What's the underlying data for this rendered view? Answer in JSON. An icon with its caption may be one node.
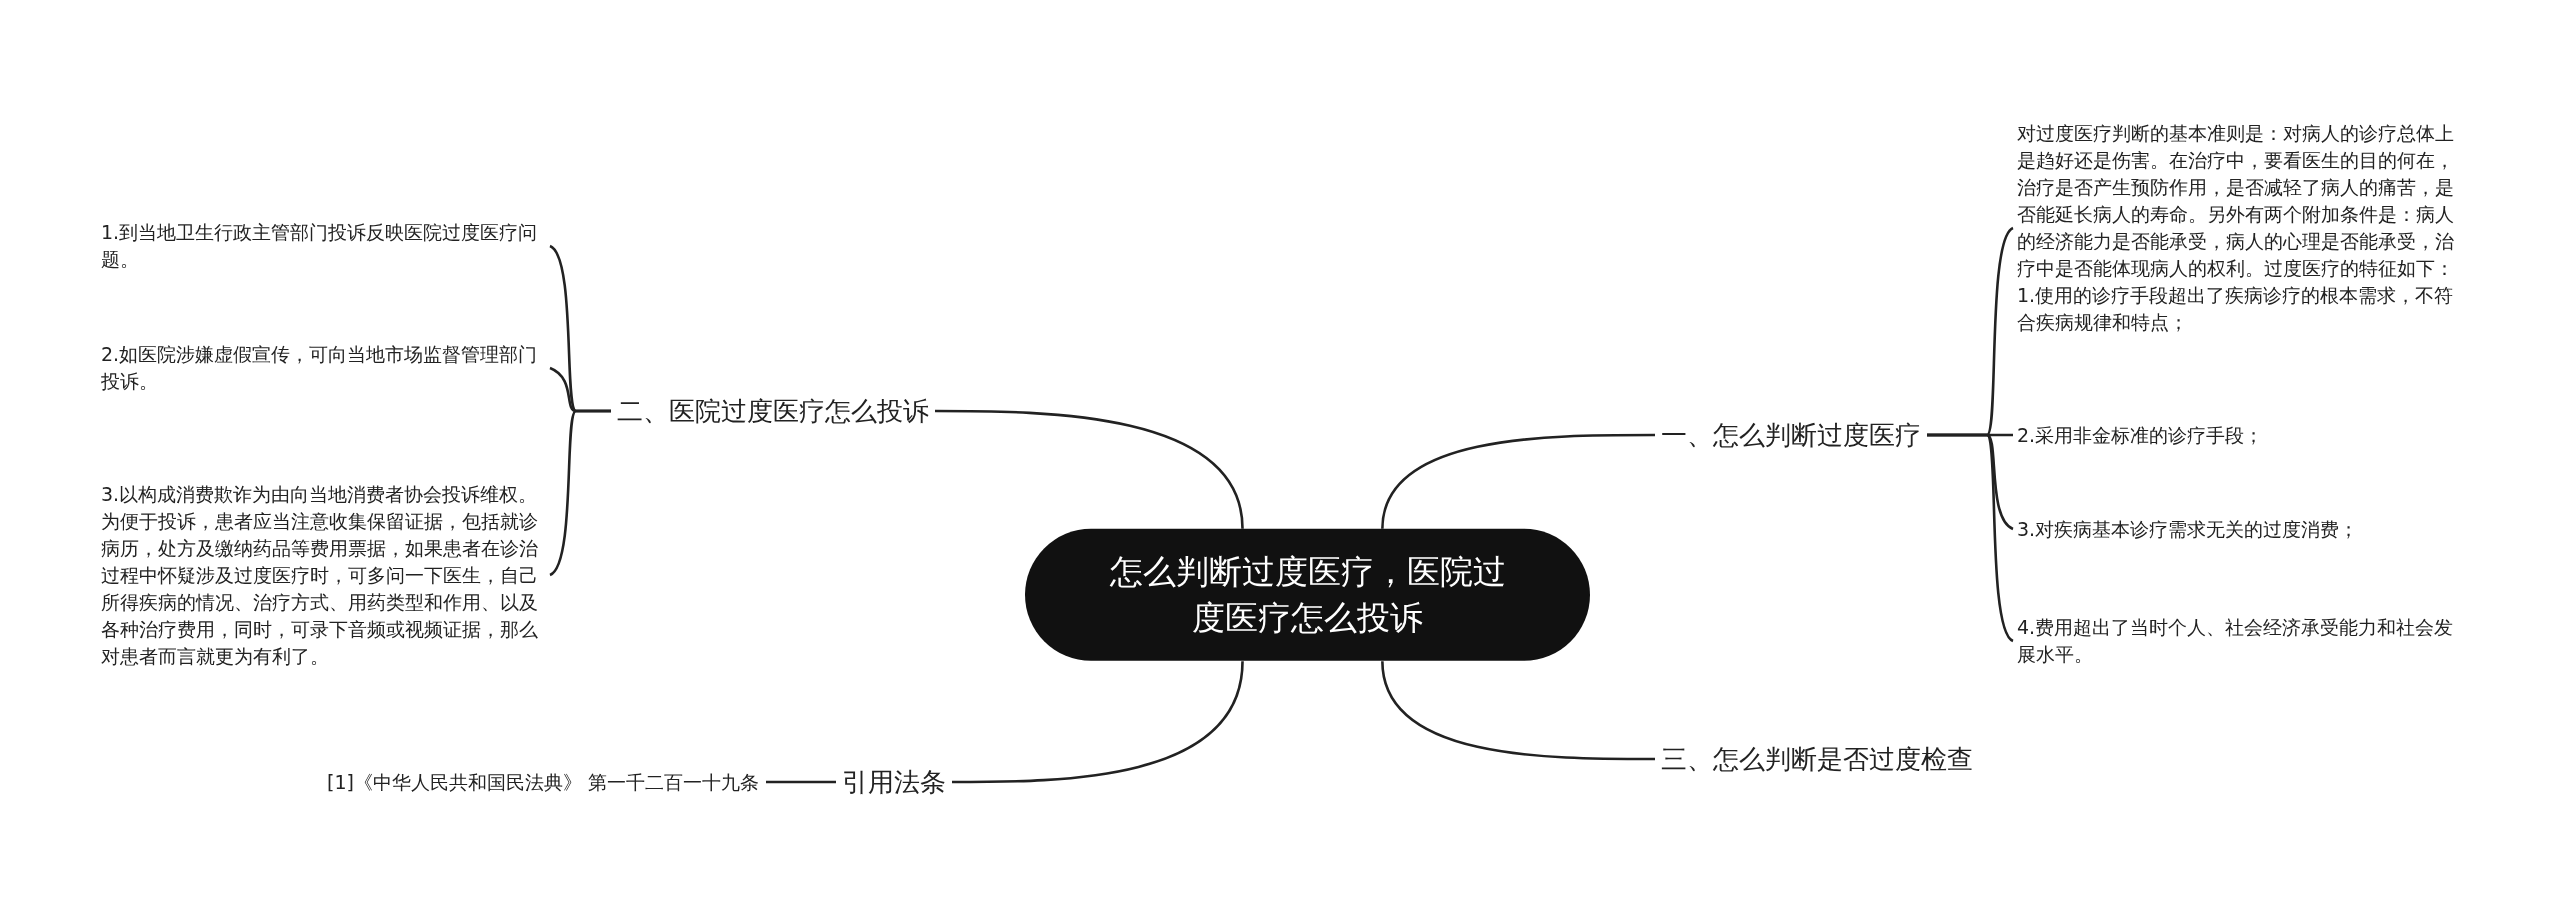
{
  "diagram": {
    "nodes": [
      {
        "text": [
          "怎么判断过度医疗，医院过度医疗怎么投诉"
        ]
      },
      {
        "text": [
          "一、怎么判断过度医疗"
        ]
      },
      {
        "text": [
          "对过度医疗判断的基本准则是：对病人的诊疗总体上是趋好还是伤害。在治疗中，要看医生的目的何在，治疗是否产生预防作用，是否减轻了病人的痛苦，是否能延长病人的寿命。另外有两个附加条件是：病人的经济能力是否能承受，病人的心理是否能承受，治疗中是否能体现病人的权利。过度医疗的特征如下：1.使用的诊疗手段超出了疾病诊疗的根本需求，不符合疾病规律和特点；"
        ]
      },
      {
        "text": [
          "2.采用非金标准的诊疗手段；"
        ]
      },
      {
        "text": [
          "3.对疾病基本诊疗需求无关的过度消费；"
        ]
      },
      {
        "text": [
          "4.费用超出了当时个人、社会经济承受能力和社会发展水平。"
        ]
      },
      {
        "text": [
          "二、医院过度医疗怎么投诉"
        ]
      },
      {
        "text": [
          "1.到当地卫生行政主管部门投诉反映医院过度医疗问题。"
        ]
      },
      {
        "text": [
          "2.如医院涉嫌虚假宣传，可向当地市场监督管理部门投诉。"
        ]
      },
      {
        "text": [
          "3.以构成消费欺诈为由向当地消费者协会投诉维权。为便于投诉，患者应当注意收集保留证据，包括就诊病历，处方及缴纳药品等费用票据，如果患者在诊治过程中怀疑涉及过度医疗时，可多问一下医生，自己所得疾病的情况、治疗方式、用药类型和作用、以及各种治疗费用，同时，可录下音频或视频证据，那么对患者而言就更为有利了。"
        ]
      },
      {
        "text": [
          "三、怎么判断是否过度检查"
        ]
      },
      {
        "text": [
          "引用法条"
        ]
      },
      {
        "text": [
          "[1]《中华人民共和国民法典》 第一千二百一十九条"
        ]
      }
    ],
    "edges": [
      {
        "from": 0,
        "to": 1,
        "arrow": "none"
      },
      {
        "from": 1,
        "to": 2,
        "arrow": "none"
      },
      {
        "from": 1,
        "to": 3,
        "arrow": "none"
      },
      {
        "from": 1,
        "to": 4,
        "arrow": "none"
      },
      {
        "from": 1,
        "to": 5,
        "arrow": "none"
      },
      {
        "from": 0,
        "to": 6,
        "arrow": "none"
      },
      {
        "from": 6,
        "to": 7,
        "arrow": "none"
      },
      {
        "from": 6,
        "to": 8,
        "arrow": "none"
      },
      {
        "from": 6,
        "to": 9,
        "arrow": "none"
      },
      {
        "from": 0,
        "to": 10,
        "arrow": "none"
      },
      {
        "from": 0,
        "to": 11,
        "arrow": "none"
      },
      {
        "from": 11,
        "to": 12,
        "arrow": "none"
      }
    ]
  }
}
